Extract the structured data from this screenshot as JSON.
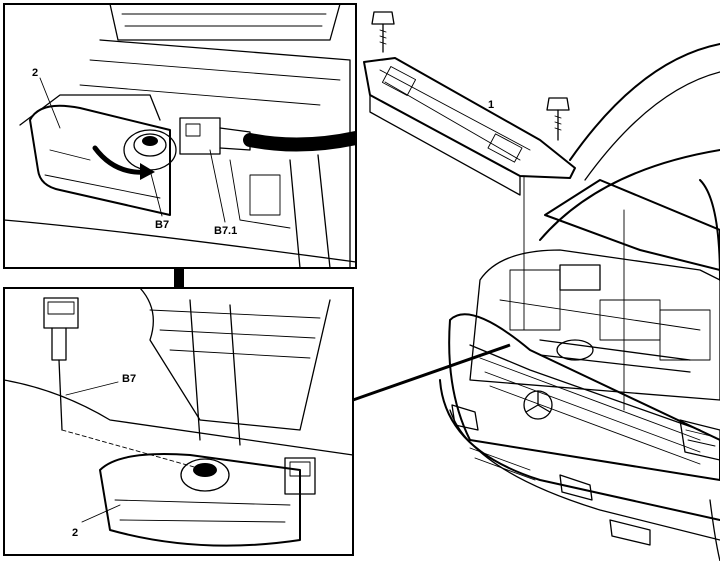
{
  "labels": {
    "top_inset": {
      "container": "2",
      "sensor": "B7",
      "connector": "B7.1"
    },
    "bottom_inset": {
      "sensor": "B7",
      "container": "2"
    },
    "main_view": {
      "part": "1"
    }
  }
}
